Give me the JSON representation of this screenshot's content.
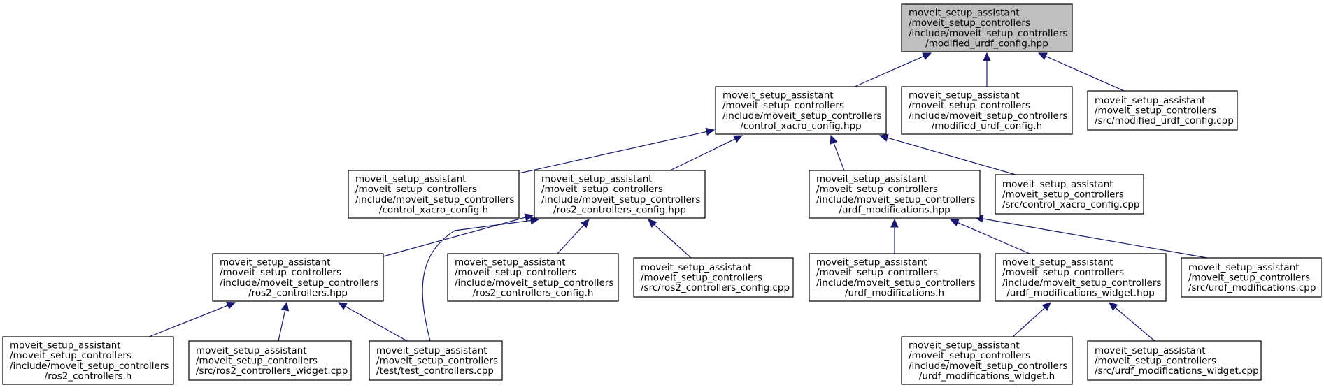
{
  "colors": {
    "edge": "#191970",
    "root_fill": "#bfbfbf",
    "node_fill": "#ffffff",
    "border": "#000000"
  },
  "nodes": [
    {
      "id": "n0",
      "lines": [
        "moveit_setup_assistant",
        "/moveit_setup_controllers",
        "/include/moveit_setup_controllers",
        "/modified_urdf_config.hpp"
      ],
      "highlighted": true
    },
    {
      "id": "n1",
      "lines": [
        "moveit_setup_assistant",
        "/moveit_setup_controllers",
        "/include/moveit_setup_controllers",
        "/control_xacro_config.hpp"
      ]
    },
    {
      "id": "n2",
      "lines": [
        "moveit_setup_assistant",
        "/moveit_setup_controllers",
        "/include/moveit_setup_controllers",
        "/modified_urdf_config.h"
      ]
    },
    {
      "id": "n3",
      "lines": [
        "moveit_setup_assistant",
        "/moveit_setup_controllers",
        "/src/modified_urdf_config.cpp"
      ]
    },
    {
      "id": "n4",
      "lines": [
        "moveit_setup_assistant",
        "/moveit_setup_controllers",
        "/include/moveit_setup_controllers",
        "/control_xacro_config.h"
      ]
    },
    {
      "id": "n5",
      "lines": [
        "moveit_setup_assistant",
        "/moveit_setup_controllers",
        "/include/moveit_setup_controllers",
        "/ros2_controllers_config.hpp"
      ]
    },
    {
      "id": "n6",
      "lines": [
        "moveit_setup_assistant",
        "/moveit_setup_controllers",
        "/include/moveit_setup_controllers",
        "/urdf_modifications.hpp"
      ]
    },
    {
      "id": "n7",
      "lines": [
        "moveit_setup_assistant",
        "/moveit_setup_controllers",
        "/src/control_xacro_config.cpp"
      ]
    },
    {
      "id": "n8",
      "lines": [
        "moveit_setup_assistant",
        "/moveit_setup_controllers",
        "/include/moveit_setup_controllers",
        "/ros2_controllers.hpp"
      ]
    },
    {
      "id": "n9",
      "lines": [
        "moveit_setup_assistant",
        "/moveit_setup_controllers",
        "/include/moveit_setup_controllers",
        "/ros2_controllers_config.h"
      ]
    },
    {
      "id": "n10",
      "lines": [
        "moveit_setup_assistant",
        "/moveit_setup_controllers",
        "/src/ros2_controllers_config.cpp"
      ]
    },
    {
      "id": "n11",
      "lines": [
        "moveit_setup_assistant",
        "/moveit_setup_controllers",
        "/include/moveit_setup_controllers",
        "/urdf_modifications.h"
      ]
    },
    {
      "id": "n12",
      "lines": [
        "moveit_setup_assistant",
        "/moveit_setup_controllers",
        "/include/moveit_setup_controllers",
        "/urdf_modifications_widget.hpp"
      ]
    },
    {
      "id": "n13",
      "lines": [
        "moveit_setup_assistant",
        "/moveit_setup_controllers",
        "/src/urdf_modifications.cpp"
      ]
    },
    {
      "id": "n14",
      "lines": [
        "moveit_setup_assistant",
        "/moveit_setup_controllers",
        "/include/moveit_setup_controllers",
        "/ros2_controllers.h"
      ]
    },
    {
      "id": "n15",
      "lines": [
        "moveit_setup_assistant",
        "/moveit_setup_controllers",
        "/src/ros2_controllers_widget.cpp"
      ]
    },
    {
      "id": "n16",
      "lines": [
        "moveit_setup_assistant",
        "/moveit_setup_controllers",
        "/test/test_controllers.cpp"
      ]
    },
    {
      "id": "n17",
      "lines": [
        "moveit_setup_assistant",
        "/moveit_setup_controllers",
        "/include/moveit_setup_controllers",
        "/urdf_modifications_widget.h"
      ]
    },
    {
      "id": "n18",
      "lines": [
        "moveit_setup_assistant",
        "/moveit_setup_controllers",
        "/src/urdf_modifications_widget.cpp"
      ]
    }
  ],
  "edges": [
    {
      "from": "n1",
      "to": "n0"
    },
    {
      "from": "n2",
      "to": "n0"
    },
    {
      "from": "n3",
      "to": "n0"
    },
    {
      "from": "n4",
      "to": "n1"
    },
    {
      "from": "n5",
      "to": "n1"
    },
    {
      "from": "n6",
      "to": "n1"
    },
    {
      "from": "n7",
      "to": "n1"
    },
    {
      "from": "n8",
      "to": "n5"
    },
    {
      "from": "n9",
      "to": "n5"
    },
    {
      "from": "n10",
      "to": "n5"
    },
    {
      "from": "n16",
      "to": "n5"
    },
    {
      "from": "n11",
      "to": "n6"
    },
    {
      "from": "n12",
      "to": "n6"
    },
    {
      "from": "n13",
      "to": "n6"
    },
    {
      "from": "n14",
      "to": "n8"
    },
    {
      "from": "n15",
      "to": "n8"
    },
    {
      "from": "n16",
      "to": "n8"
    },
    {
      "from": "n17",
      "to": "n12"
    },
    {
      "from": "n18",
      "to": "n12"
    }
  ]
}
